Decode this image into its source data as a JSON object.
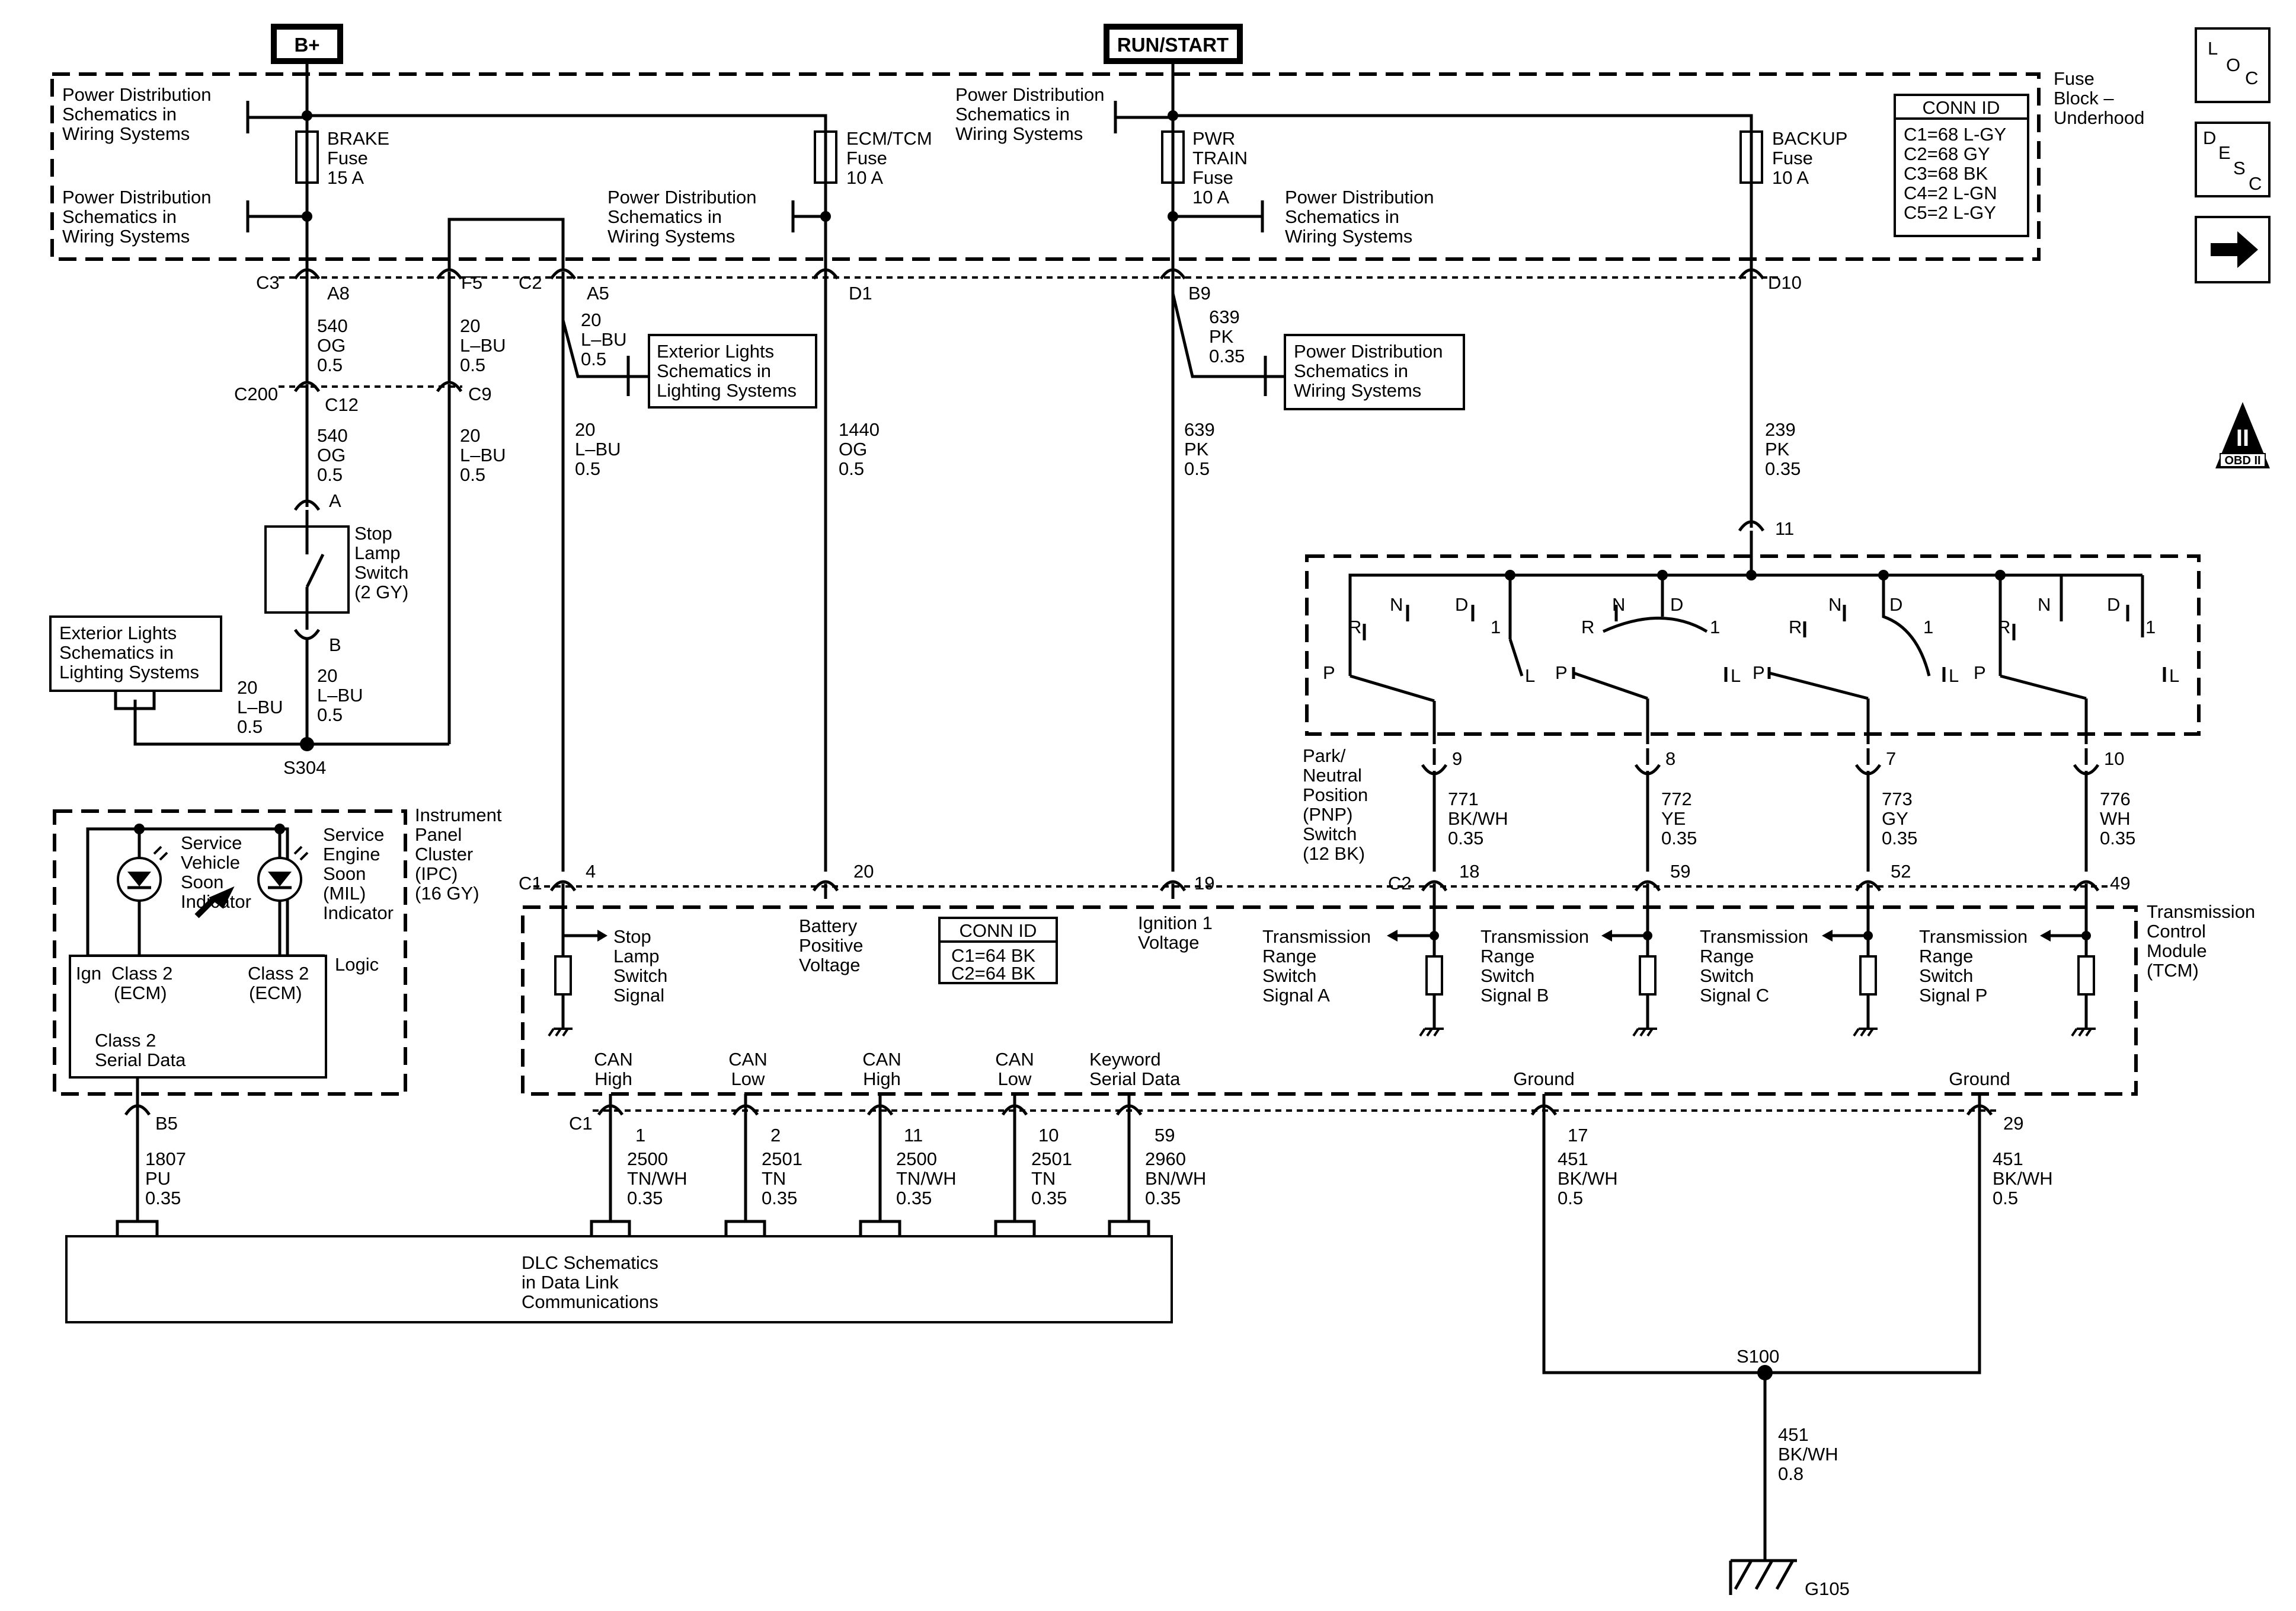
{
  "power": {
    "bplus": "B+",
    "runstart": "RUN/START"
  },
  "pd_ref": [
    "Power Distribution",
    "Schematics in",
    "Wiring Systems"
  ],
  "ext_lights_ref": [
    "Exterior Lights",
    "Schematics in",
    "Lighting Systems"
  ],
  "fuse_block": [
    "Fuse",
    "Block –",
    "Underhood"
  ],
  "fuses": {
    "brake": [
      "BRAKE",
      "Fuse",
      "15 A"
    ],
    "ecmtcm": [
      "ECM/TCM",
      "Fuse",
      "10 A"
    ],
    "pwrtrain": [
      "PWR",
      "TRAIN",
      "Fuse",
      "10 A"
    ],
    "backup": [
      "BACKUP",
      "Fuse",
      "10 A"
    ]
  },
  "conn_id_top": {
    "title": "CONN ID",
    "lines": [
      "C1=68 L-GY",
      "C2=68 GY",
      "C3=68 BK",
      "C4=2 L-GN",
      "C5=2 L-GY"
    ]
  },
  "conn_id_tcm": {
    "title": "CONN ID",
    "lines": [
      "C1=64 BK",
      "C2=64 BK"
    ]
  },
  "nav": {
    "loc": [
      "L",
      "O",
      "C"
    ],
    "desc": [
      "D",
      "E",
      "S",
      "C"
    ],
    "obd": "II",
    "obd_label": "OBD II"
  },
  "fuse_block_pins": {
    "c3": "C3",
    "a8": "A8",
    "f5": "F5",
    "c2": "C2",
    "a5": "A5",
    "d1": "D1",
    "b9": "B9",
    "d10": "D10"
  },
  "wires": {
    "w540a": [
      "540",
      "OG",
      "0.5"
    ],
    "w20a": [
      "20",
      "L–BU",
      "0.5"
    ],
    "w20b": [
      "20",
      "L–BU",
      "0.5"
    ],
    "w639a": [
      "639",
      "PK",
      "0.35"
    ],
    "w540b": [
      "540",
      "OG",
      "0.5"
    ],
    "w20c": [
      "20",
      "L–BU",
      "0.5"
    ],
    "w20d": [
      "20",
      "L–BU",
      "0.5"
    ],
    "w1440": [
      "1440",
      "OG",
      "0.5"
    ],
    "w639b": [
      "639",
      "PK",
      "0.5"
    ],
    "w239": [
      "239",
      "PK",
      "0.35"
    ],
    "w20e": [
      "20",
      "L–BU",
      "0.5"
    ],
    "w20f": [
      "20",
      "L–BU",
      "0.5"
    ],
    "w771": [
      "771",
      "BK/WH",
      "0.35"
    ],
    "w772": [
      "772",
      "YE",
      "0.35"
    ],
    "w773": [
      "773",
      "GY",
      "0.35"
    ],
    "w776": [
      "776",
      "WH",
      "0.35"
    ],
    "w1807": [
      "1807",
      "PU",
      "0.35"
    ],
    "w2500a": [
      "2500",
      "TN/WH",
      "0.35"
    ],
    "w2501a": [
      "2501",
      "TN",
      "0.35"
    ],
    "w2500b": [
      "2500",
      "TN/WH",
      "0.35"
    ],
    "w2501b": [
      "2501",
      "TN",
      "0.35"
    ],
    "w2960": [
      "2960",
      "BN/WH",
      "0.35"
    ],
    "w451a": [
      "451",
      "BK/WH",
      "0.5"
    ],
    "w451b": [
      "451",
      "BK/WH",
      "0.5"
    ],
    "w451c": [
      "451",
      "BK/WH",
      "0.8"
    ]
  },
  "c200": {
    "name": "C200",
    "c12": "C12",
    "c9": "C9"
  },
  "stop_switch": {
    "pin_a": "A",
    "pin_b": "B",
    "label": [
      "Stop",
      "Lamp",
      "Switch",
      "(2 GY)"
    ]
  },
  "splices": {
    "s304": "S304",
    "s100": "S100",
    "g105": "G105"
  },
  "pnp": {
    "pin11": "11",
    "pins": [
      "9",
      "8",
      "7",
      "10"
    ],
    "label": [
      "Park/",
      "Neutral",
      "Position",
      "(PNP)",
      "Switch",
      "(12 BK)"
    ],
    "pos": {
      "p": "P",
      "r": "R",
      "n": "N",
      "d": "D",
      "one": "1",
      "l": "L"
    }
  },
  "ipc": {
    "label": [
      "Instrument",
      "Panel",
      "Cluster",
      "(IPC)",
      "(16 GY)"
    ],
    "svs": [
      "Service",
      "Vehicle",
      "Soon",
      "Indicator"
    ],
    "ses": [
      "Service",
      "Engine",
      "Soon",
      "(MIL)",
      "Indicator"
    ],
    "ign": "Ign",
    "class2_ecm": [
      "Class 2",
      "(ECM)"
    ],
    "logic": "Logic",
    "serial": [
      "Class 2",
      "Serial Data"
    ],
    "pin_b5": "B5"
  },
  "tcm": {
    "label": [
      "Transmission",
      "Control",
      "Module",
      "(TCM)"
    ],
    "c1": "C1",
    "c2": "C2",
    "top_pins": [
      "4",
      "20",
      "19",
      "18",
      "59",
      "52",
      "49"
    ],
    "stop_sig": [
      "Stop",
      "Lamp",
      "Switch",
      "Signal"
    ],
    "batt": [
      "Battery",
      "Positive",
      "Voltage"
    ],
    "ign1": [
      "Ignition 1",
      "Voltage"
    ],
    "trs": [
      [
        "Transmission",
        "Range",
        "Switch",
        "Signal A"
      ],
      [
        "Transmission",
        "Range",
        "Switch",
        "Signal B"
      ],
      [
        "Transmission",
        "Range",
        "Switch",
        "Signal C"
      ],
      [
        "Transmission",
        "Range",
        "Switch",
        "Signal P"
      ]
    ],
    "bottom_labels": [
      [
        "CAN",
        "High"
      ],
      [
        "CAN",
        "Low"
      ],
      [
        "CAN",
        "High"
      ],
      [
        "CAN",
        "Low"
      ],
      [
        "Keyword",
        "Serial Data"
      ]
    ],
    "ground": "Ground",
    "bottom_c1": "C1",
    "bottom_pins": [
      "1",
      "2",
      "11",
      "10",
      "59",
      "17",
      "29"
    ]
  },
  "dlc": [
    "DLC Schematics",
    "in Data Link",
    "Communications"
  ]
}
